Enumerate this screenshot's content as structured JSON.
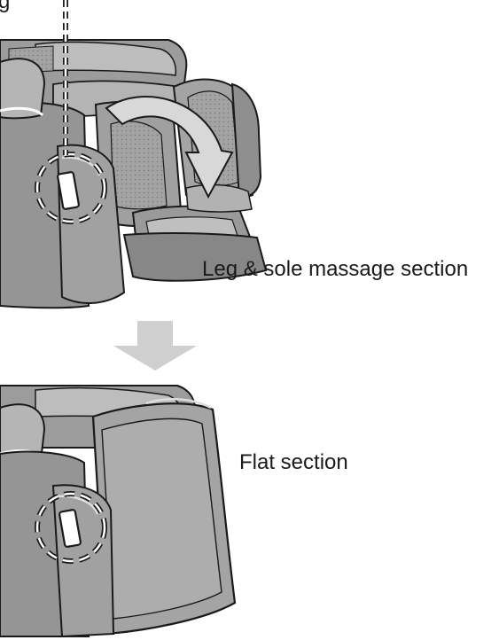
{
  "labels": {
    "top_cut": "g",
    "leg_sole": "Leg & sole massage section",
    "flat": "Flat section"
  },
  "colors": {
    "outline": "#1a1a1a",
    "body_dark": "#8c8c8c",
    "body_mid": "#a9a9a9",
    "body_light": "#c6c6c6",
    "highlight": "#dedede",
    "arrow": "#cfcfcf",
    "background": "#ffffff"
  },
  "icons": {
    "rotate_arrow": "curved-rotate-arrow-icon",
    "down_arrow": "down-arrow-icon",
    "lever_marker": "dashed-circle-marker-icon"
  }
}
